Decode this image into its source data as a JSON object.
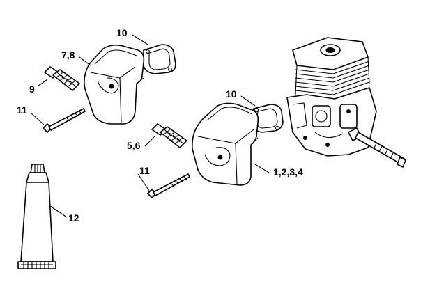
{
  "diagram": {
    "callouts": {
      "gasket_top": "10",
      "muffler_top": "7,8",
      "spark_arrestor_top": "9",
      "screw_top": "11",
      "gasket_mid": "10",
      "spark_arrestor_mid": "5,6",
      "muffler_mid": "1,2,3,4",
      "screw_mid": "11",
      "paste_tube": "12"
    },
    "icons": [
      "gasket",
      "muffler",
      "spark-arrestor-screen",
      "screw",
      "engine",
      "grease-tube"
    ]
  }
}
